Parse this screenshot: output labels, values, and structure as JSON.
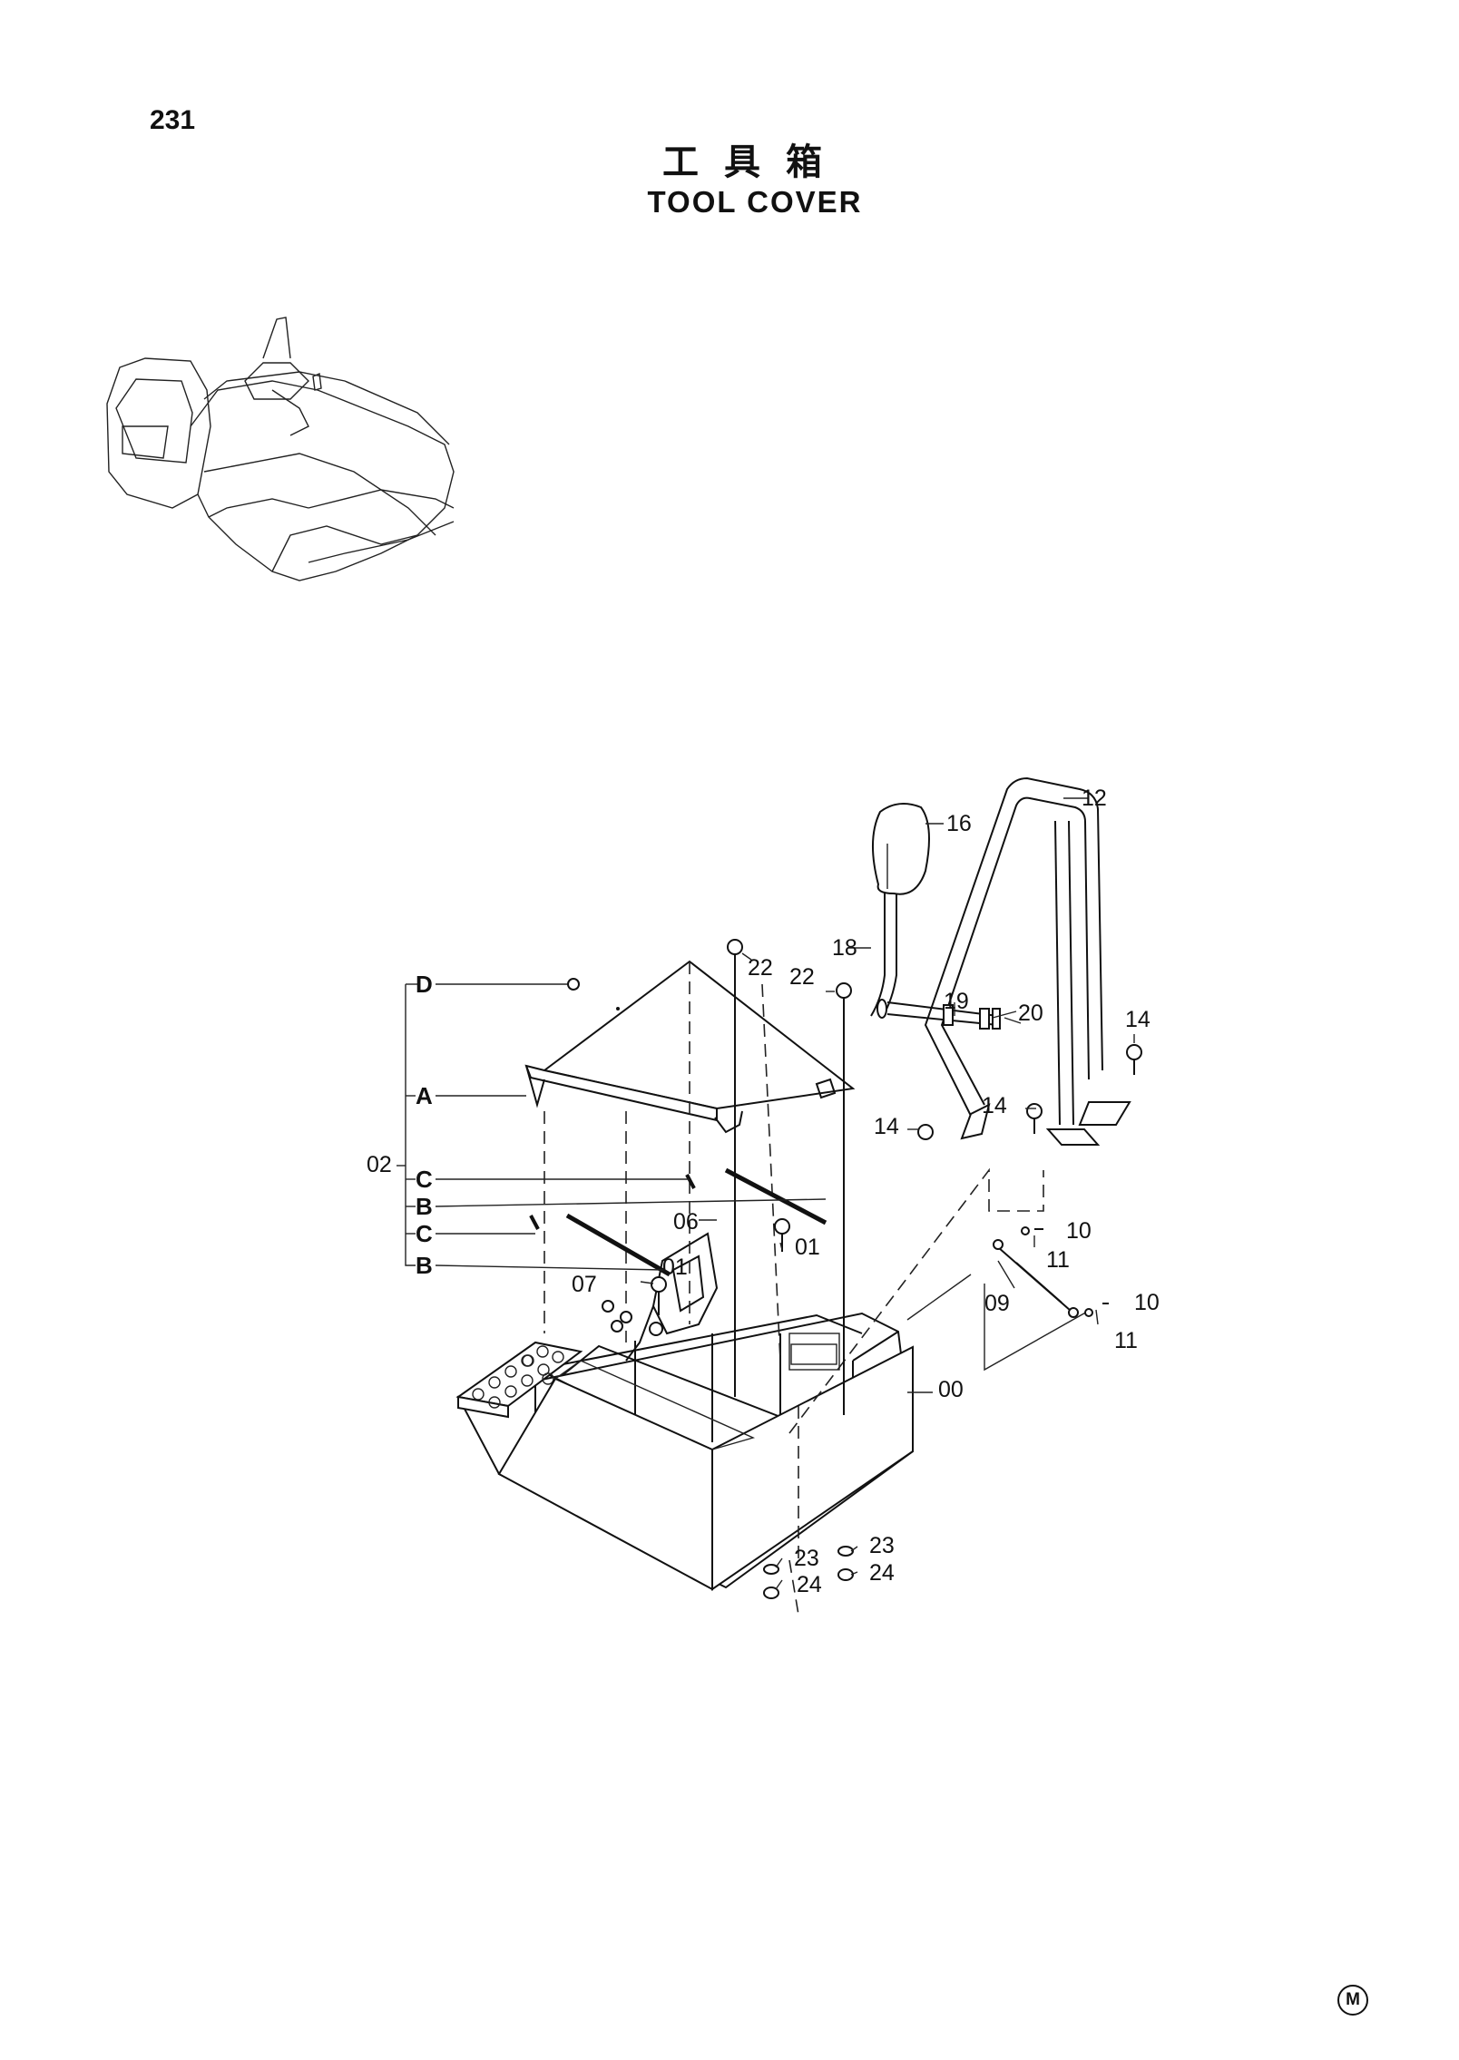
{
  "page": {
    "number": "231",
    "title_jp": "工具箱",
    "title_en": "TOOL COVER",
    "corner_mark": "M"
  },
  "labels": {
    "p00": "00",
    "p01a": "01",
    "p01b": "01",
    "p02": "02",
    "p06": "06",
    "p07": "07",
    "p09": "09",
    "p10a": "10",
    "p10b": "10",
    "p11a": "11",
    "p11b": "11",
    "p12": "12",
    "p14a": "14",
    "p14b": "14",
    "p14c": "14",
    "p16": "16",
    "p18": "18",
    "p19": "19",
    "p20": "20",
    "p22a": "22",
    "p22b": "22",
    "p23a": "23",
    "p23b": "23",
    "p24a": "24",
    "p24b": "24",
    "subA": "A",
    "subB1": "B",
    "subB2": "B",
    "subC1": "C",
    "subC2": "C",
    "subD": "D"
  }
}
